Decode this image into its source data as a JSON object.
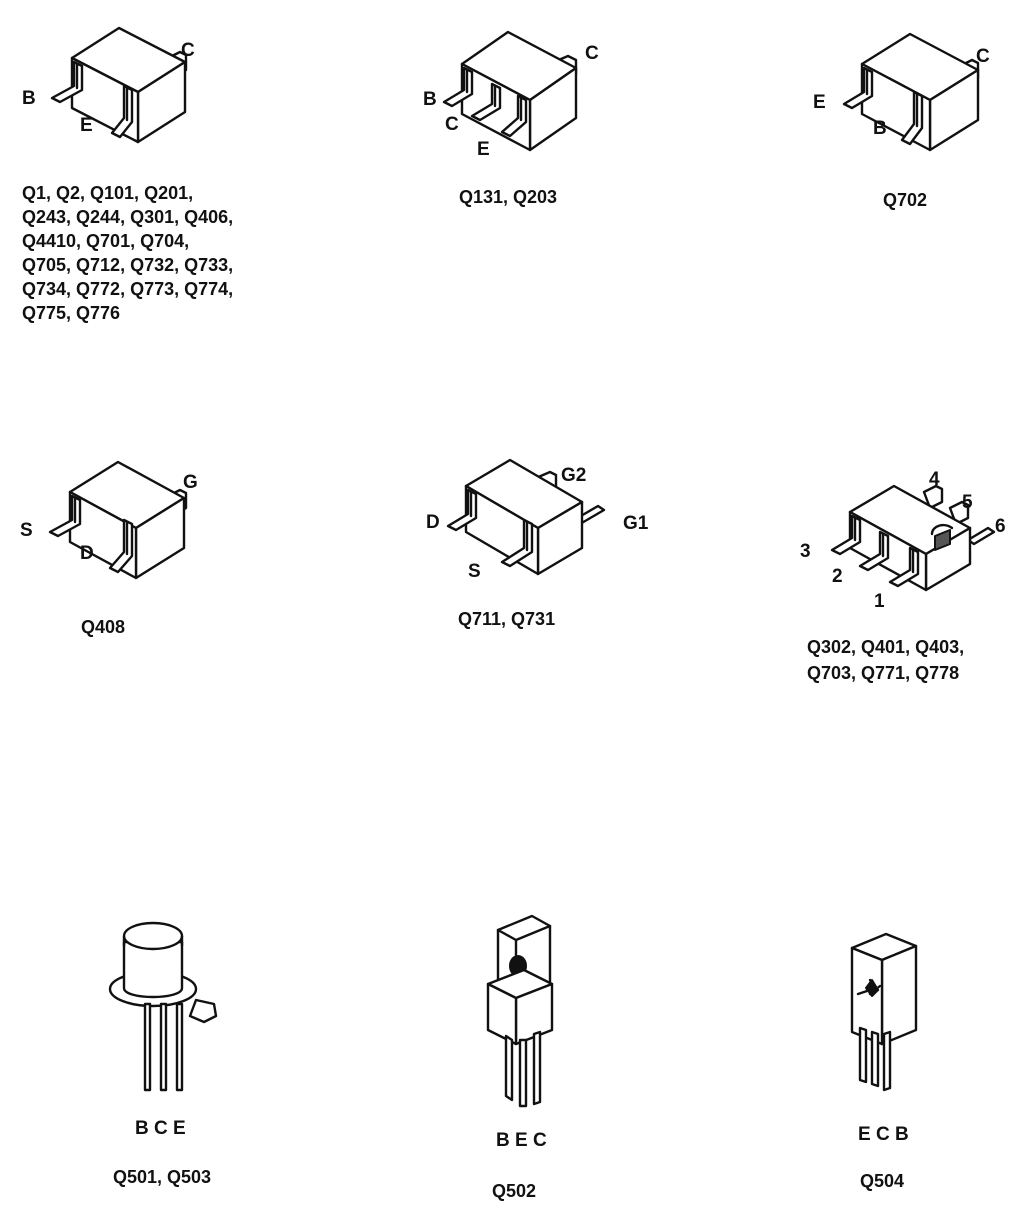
{
  "packages": [
    {
      "pins": {
        "c": "C",
        "b": "B",
        "e": "E"
      },
      "caption_lines": [
        "Q1,  Q2,  Q101,  Q201,",
        "Q243, Q244, Q301, Q406,",
        "Q4410,  Q701,  Q704,",
        "Q705, Q712, Q732, Q733,",
        "Q734, Q772, Q773, Q774,",
        "Q775, Q776"
      ]
    },
    {
      "pins": {
        "c_top": "C",
        "b": "B",
        "c": "C",
        "e": "E"
      },
      "caption_lines": [
        "Q131, Q203"
      ]
    },
    {
      "pins": {
        "c": "C",
        "e": "E",
        "b": "B"
      },
      "caption_lines": [
        "Q702"
      ]
    },
    {
      "pins": {
        "g": "G",
        "s": "S",
        "d": "D"
      },
      "caption_lines": [
        "Q408"
      ]
    },
    {
      "pins": {
        "g2": "G2",
        "g1": "G1",
        "d": "D",
        "s": "S"
      },
      "caption_lines": [
        "Q711, Q731"
      ]
    },
    {
      "pins": {
        "p4": "4",
        "p5": "5",
        "p6": "6",
        "p3": "3",
        "p2": "2",
        "p1": "1"
      },
      "caption_lines": [
        "Q302, Q401, Q403,",
        "Q703, Q771, Q778"
      ]
    },
    {
      "pin_order": "B C E",
      "caption_lines": [
        "Q501, Q503"
      ]
    },
    {
      "pin_order": "B E C",
      "caption_lines": [
        "Q502"
      ]
    },
    {
      "pin_order": "E C B",
      "caption_lines": [
        "Q504"
      ]
    }
  ]
}
